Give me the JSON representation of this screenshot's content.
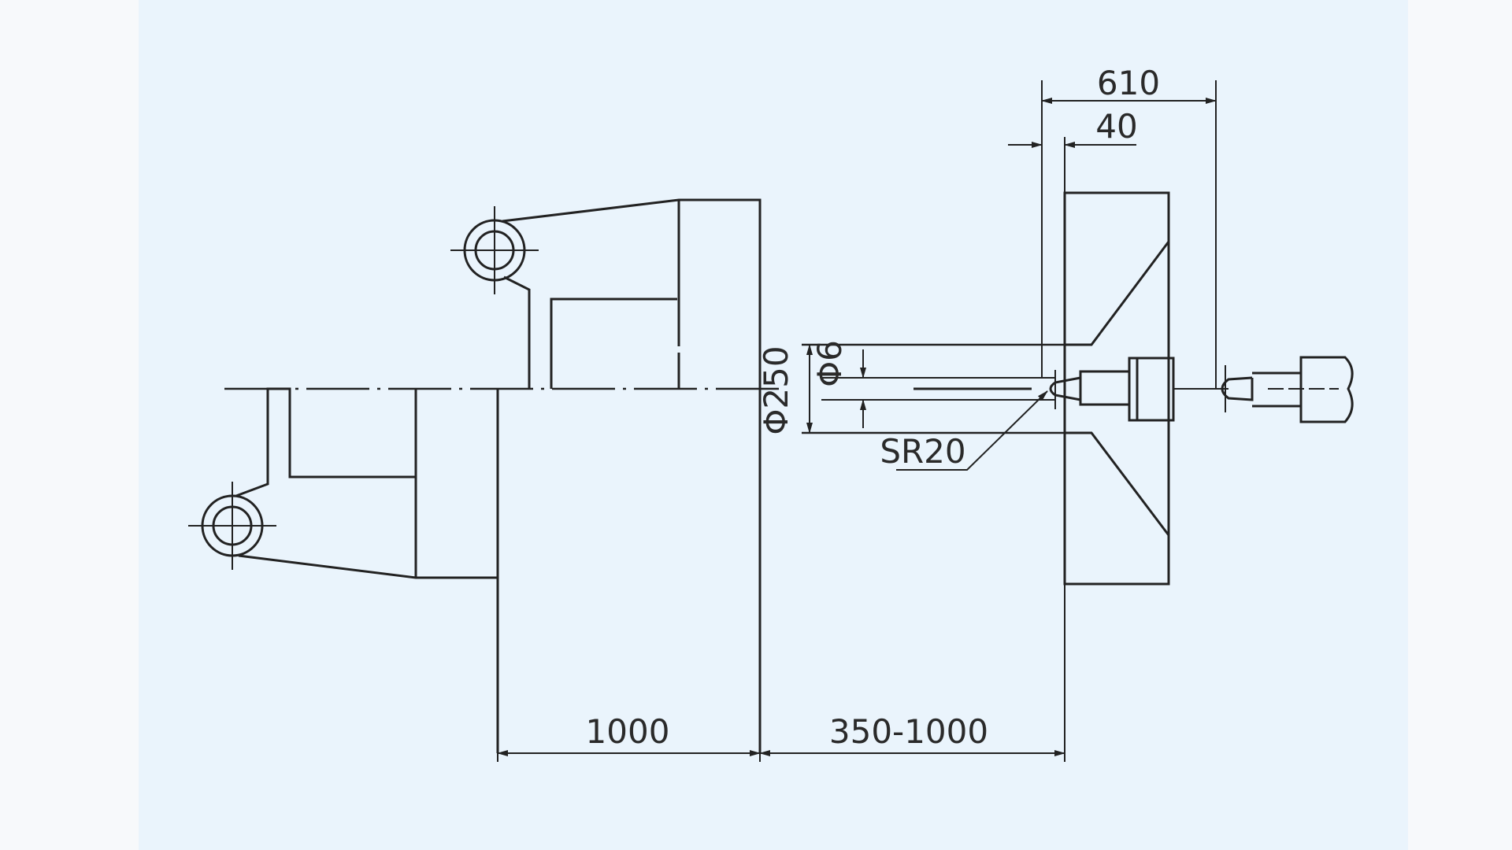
{
  "dimensions": {
    "overall_width": "610",
    "nozzle_offset": "40",
    "nozzle_diameter": "Φ6",
    "locating_ring": "Φ250",
    "nozzle_radius": "SR20",
    "platen_thickness": "1000",
    "mold_thickness": "350-1000"
  },
  "colors": {
    "line": "#222222",
    "panel": "#eaf4fc",
    "page": "#f7f9fb"
  }
}
